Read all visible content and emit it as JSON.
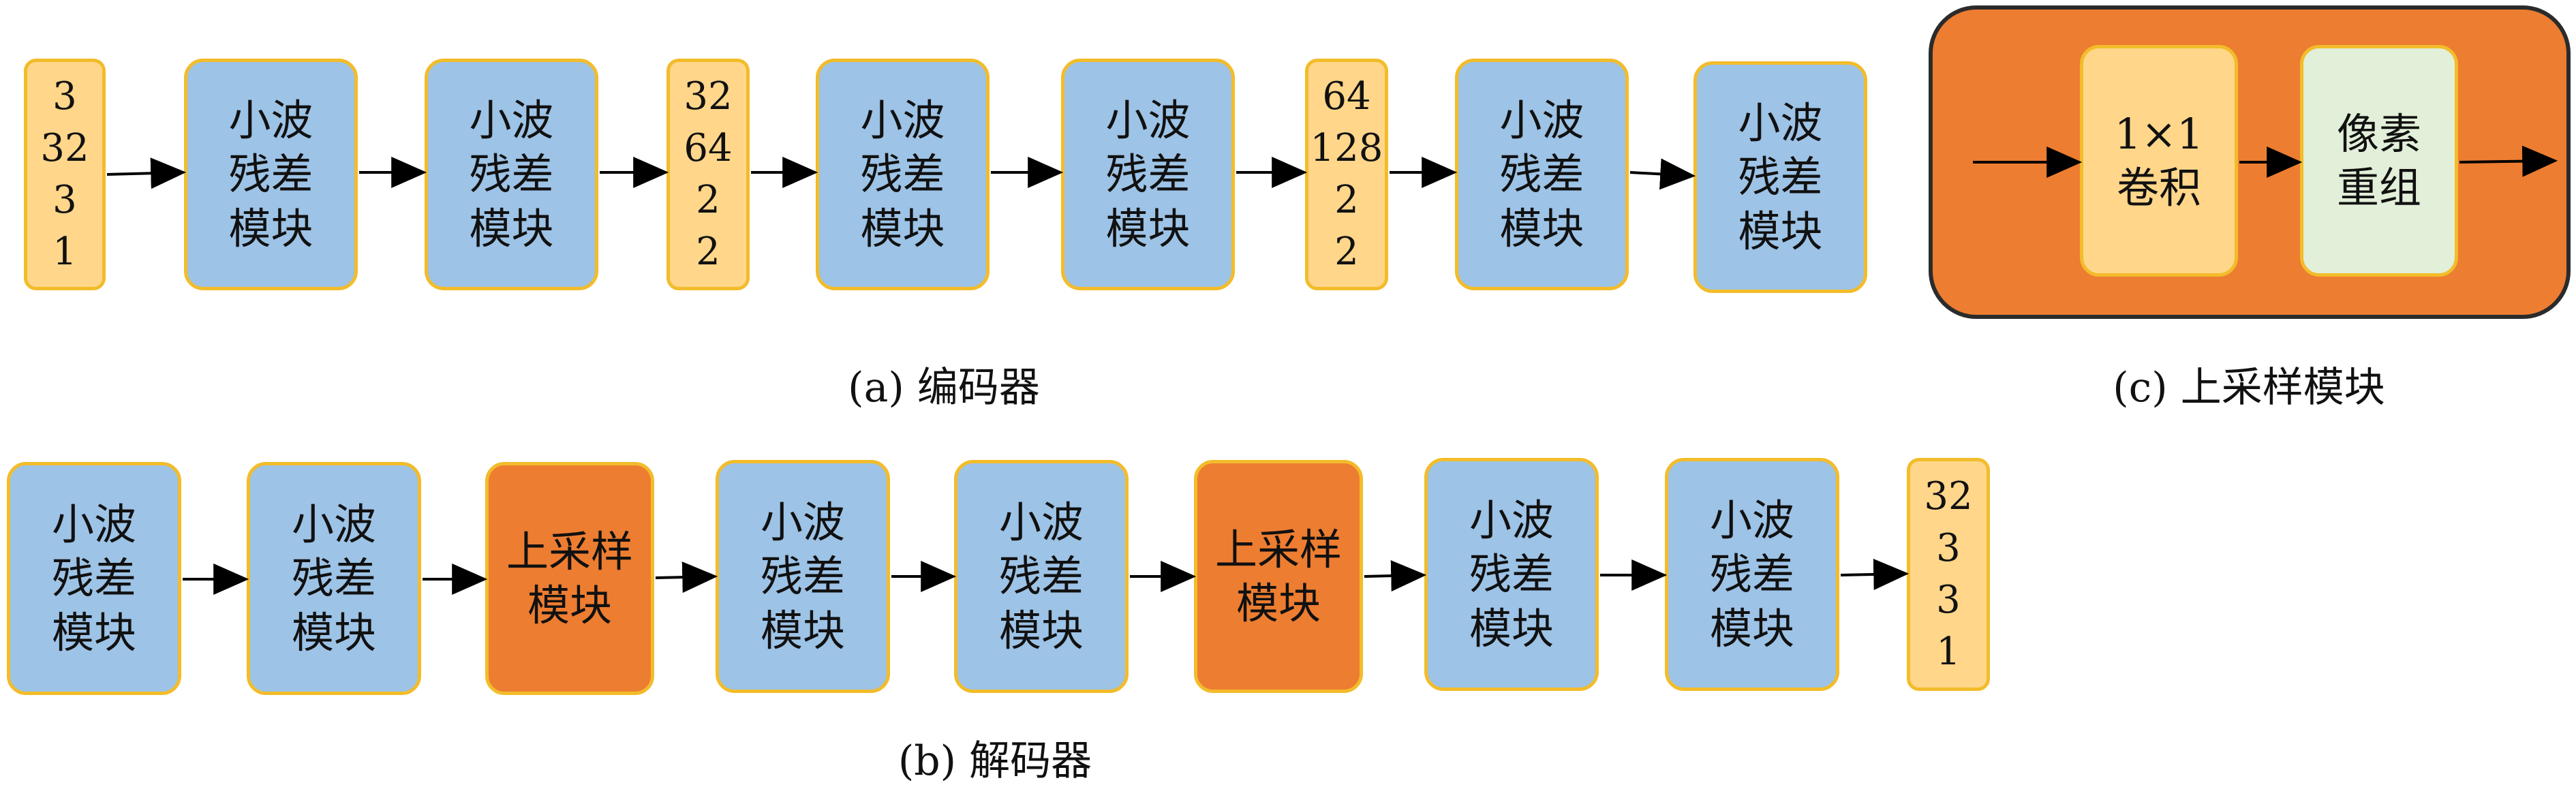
{
  "encoder": {
    "caption": "(a) 编码器",
    "input_tensor": [
      "3",
      "32",
      "3",
      "1"
    ],
    "mid_tensor_1": [
      "32",
      "64",
      "2",
      "2"
    ],
    "mid_tensor_2": [
      "64",
      "128",
      "2",
      "2"
    ],
    "block_label": [
      "小波",
      "残差",
      "模块"
    ]
  },
  "decoder": {
    "caption": "(b) 解码器",
    "block_label": [
      "小波",
      "残差",
      "模块"
    ],
    "upsample_label": [
      "上采样",
      "模块"
    ],
    "output_tensor": [
      "32",
      "3",
      "3",
      "1"
    ]
  },
  "upsample_module": {
    "caption": "(c) 上采样模块",
    "conv_label": [
      "1×1",
      "卷积"
    ],
    "pixel_shuffle_label": [
      "像素",
      "重组"
    ]
  },
  "colors": {
    "wavelet_block": "#9DC3E6",
    "upsample_block": "#ED7D31",
    "tensor": "#FFD68A",
    "border": "#F2BC2A",
    "pixel_shuffle": "#E2EFD9",
    "arrow": "#000000"
  }
}
